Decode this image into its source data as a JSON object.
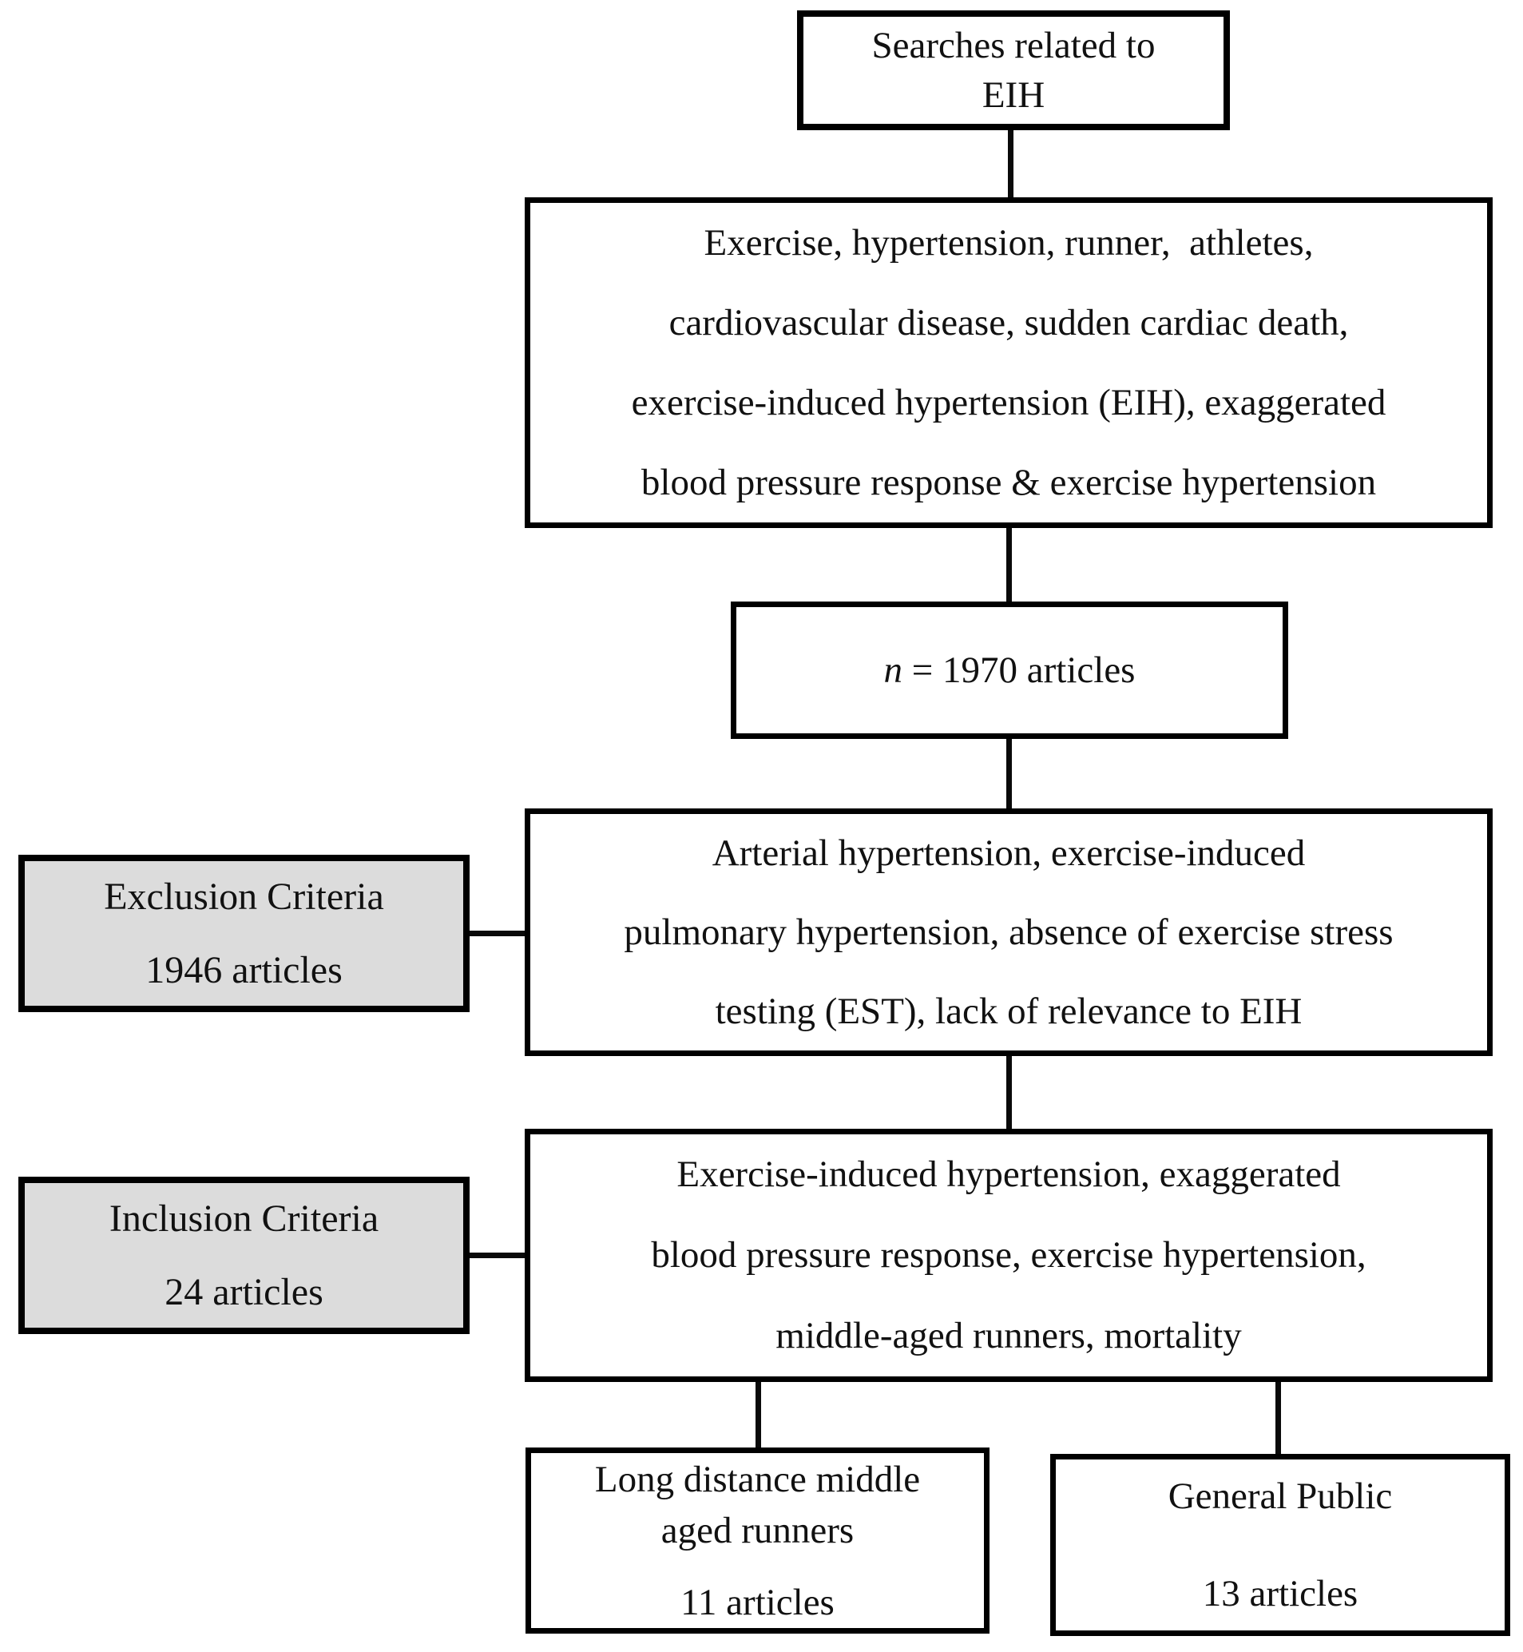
{
  "figure": {
    "type": "flowchart",
    "topic": "Article screening flow for EIH review"
  },
  "colors": {
    "box_border": "#000000",
    "box_fill": "#ffffff",
    "criteria_fill": "#dcdcdc",
    "connector": "#0a0a0a",
    "text": "#111111"
  },
  "boxes": {
    "searches": {
      "lines": [
        "Searches related to",
        "EIH"
      ]
    },
    "keywords": {
      "lines": [
        "Exercise, hypertension, runner,  athletes,",
        "cardiovascular disease, sudden cardiac death,",
        "exercise-induced hypertension (EIH), exaggerated",
        "blood pressure response & exercise hypertension"
      ]
    },
    "n_articles": {
      "n_italic": "n",
      "rest": " = 1970 articles"
    },
    "exclusion": {
      "lines": [
        "Exclusion Criteria",
        "1946 articles"
      ]
    },
    "excluded_terms": {
      "lines": [
        "Arterial hypertension, exercise-induced",
        "pulmonary hypertension, absence of exercise stress",
        "testing (EST), lack of relevance to EIH"
      ]
    },
    "inclusion": {
      "lines": [
        "Inclusion Criteria",
        "24 articles"
      ]
    },
    "included_terms": {
      "lines": [
        "Exercise-induced hypertension, exaggerated",
        "blood pressure response, exercise hypertension,",
        "middle-aged runners, mortality"
      ]
    },
    "runners": {
      "lines": [
        "Long distance middle",
        "aged runners"
      ],
      "count": "11 articles"
    },
    "public": {
      "lines": [
        "General Public"
      ],
      "count": "13 articles"
    }
  }
}
